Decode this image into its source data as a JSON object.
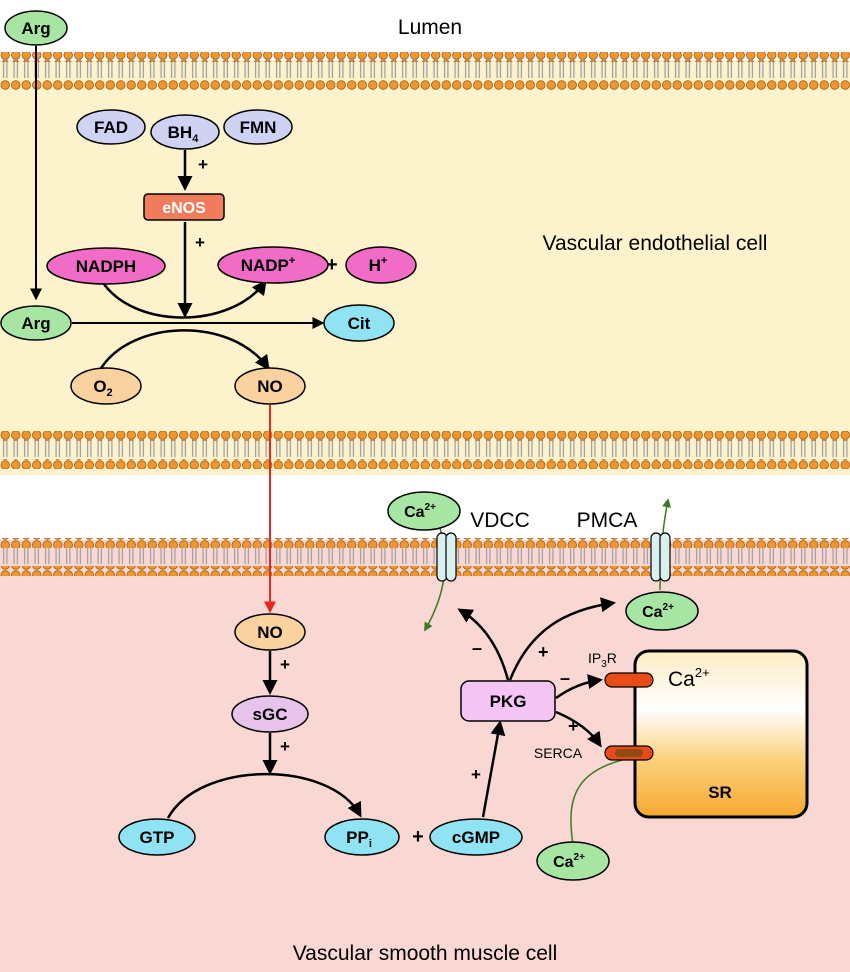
{
  "regions": {
    "lumen": "Lumen",
    "endothelial": "Vascular endothelial cell",
    "smooth_muscle": "Vascular smooth muscle cell"
  },
  "colors": {
    "endothelial_bg": "#fcf2cc",
    "smooth_muscle_bg": "#f9d8d4",
    "membrane_head": "#f0962e",
    "green_node": "#a6e5a2",
    "blue_node": "#cfd3f3",
    "pink_node": "#f06cc6",
    "cyan_node": "#8fe3f2",
    "orange_node": "#f9d2a0",
    "purple_node": "#e7c3ec",
    "enos_box": "#ef7d5b",
    "pkg_box": "#f4c5f4",
    "inhibit_arrow_red": "#e8271f",
    "calcium_flow_green": "#3a7a22"
  },
  "nodes": {
    "arg_top": "Arg",
    "fad": "FAD",
    "bh4_main": "BH",
    "bh4_sub": "4",
    "fmn": "FMN",
    "enos": "eNOS",
    "nadph": "NADPH",
    "nadp_main": "NADP",
    "nadp_sup": "+",
    "h_main": "H",
    "h_sup": "+",
    "arg_mid": "Arg",
    "cit": "Cit",
    "o2_main": "O",
    "o2_sub": "2",
    "no_endo": "NO",
    "no_smc": "NO",
    "sgc": "sGC",
    "gtp": "GTP",
    "ppi_main": "PP",
    "ppi_sub": "i",
    "cgmp": "cGMP",
    "pkg": "PKG",
    "ca_top_main": "Ca",
    "ca_top_sup": "2+",
    "ca_pmca_main": "Ca",
    "ca_pmca_sup": "2+",
    "ca_bottom_main": "Ca",
    "ca_bottom_sup": "2+",
    "sr": "SR",
    "sr_ca_main": "Ca",
    "sr_ca_sup": "2+"
  },
  "labels": {
    "vdcc": "VDCC",
    "pmca": "PMCA",
    "ip3r_main": "IP",
    "ip3r_sub": "3",
    "ip3r_end": "R",
    "serca": "SERCA"
  },
  "signs": {
    "bh4_enos": "+",
    "enos_reaction": "+",
    "nadp_h": "+",
    "no_sgc": "+",
    "sgc_gtp": "+",
    "ppi_cgmp": "+",
    "cgmp_pkg": "+",
    "pkg_vdcc": "–",
    "pkg_pmca": "+",
    "pkg_ip3r": "–",
    "pkg_serca": "+"
  }
}
